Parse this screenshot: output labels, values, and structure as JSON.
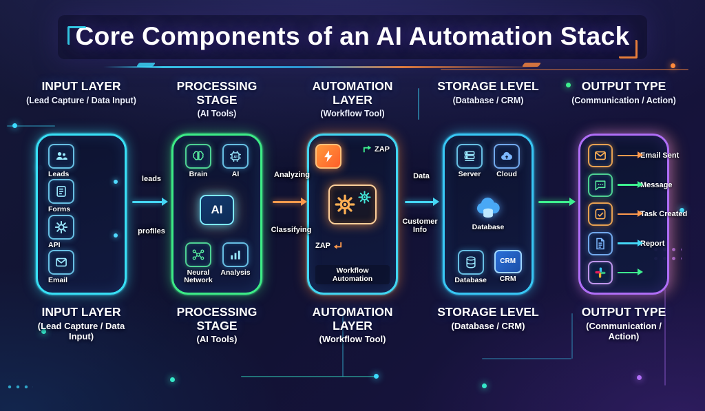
{
  "title": "Core Components of an AI Automation Stack",
  "columns": [
    {
      "key": "input",
      "title": "INPUT LAYER",
      "subtitle": "(Lead Capture / Data Input)",
      "accent_color": "#38dff5",
      "items": [
        {
          "icon": "leads-icon",
          "label": "Leads"
        },
        {
          "icon": "forms-icon",
          "label": "Forms"
        },
        {
          "icon": "api-icon",
          "label": "API"
        },
        {
          "icon": "email-icon",
          "label": "Email"
        }
      ]
    },
    {
      "key": "processing",
      "title": "PROCESSING STAGE",
      "subtitle": "(AI Tools)",
      "accent_color": "#3dea86",
      "center_label": "AI",
      "items": [
        {
          "icon": "brain-icon",
          "label": "Brain"
        },
        {
          "icon": "ai-chip-icon",
          "label": "AI"
        },
        {
          "icon": "neural-network-icon",
          "label": "Neural Network"
        },
        {
          "icon": "analysis-icon",
          "label": "Analysis"
        }
      ]
    },
    {
      "key": "automation",
      "title": "AUTOMATION LAYER",
      "subtitle": "(Workflow Tool)",
      "accent_color": "#41d6f2",
      "glow_color": "#ff8a3c",
      "zap_top_label": "ZAP",
      "zap_bottom_label": "ZAP",
      "caption": "Workflow Automation"
    },
    {
      "key": "storage",
      "title": "STORAGE LEVEL",
      "subtitle": "(Database / CRM)",
      "accent_color": "#38c6f4",
      "crm_tile_text": "CRM",
      "items": [
        {
          "icon": "server-icon",
          "label": "Server"
        },
        {
          "icon": "cloud-icon",
          "label": "Cloud"
        },
        {
          "icon": "cloud-database-icon",
          "label": "Database"
        },
        {
          "icon": "database-icon",
          "label": "Database"
        },
        {
          "icon": "crm-icon",
          "label": "CRM"
        }
      ]
    },
    {
      "key": "output",
      "title": "OUTPUT TYPE",
      "subtitle": "(Communication / Action)",
      "accent_color": "#b06ef7",
      "items": [
        {
          "icon": "email-sent-icon",
          "label": "Email Sent",
          "arrow_color": "#ff9a4d"
        },
        {
          "icon": "message-icon",
          "label": "Message",
          "arrow_color": "#3ef08f"
        },
        {
          "icon": "task-icon",
          "label": "Task Created",
          "arrow_color": "#ff9a4d"
        },
        {
          "icon": "report-icon",
          "label": "Report",
          "arrow_color": "#45d7f5"
        },
        {
          "icon": "slack-icon",
          "label": "",
          "arrow_color": "#3ef08f"
        }
      ]
    }
  ],
  "connectors": [
    {
      "between": "input-processing",
      "labels": [
        "leads",
        "profiles"
      ]
    },
    {
      "between": "processing-automation",
      "labels": [
        "Analyzing",
        "Classifying"
      ]
    },
    {
      "between": "automation-storage",
      "labels": [
        "Data",
        "Customer Info"
      ]
    },
    {
      "between": "storage-output",
      "labels": []
    }
  ]
}
